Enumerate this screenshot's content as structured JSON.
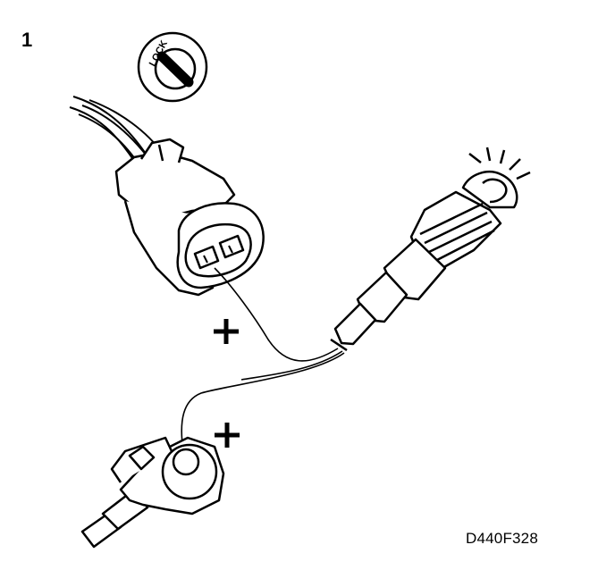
{
  "figure": {
    "step_number": "1",
    "lock_label": "LOCK",
    "figure_code": "D440F328",
    "plus_sign": "+"
  },
  "colors": {
    "line": "#000000",
    "background": "#ffffff",
    "shade": "#cfcfcf"
  },
  "icons": {
    "lock": "lock-symbol-icon",
    "connector": "wiring-connector",
    "test_lamp": "test-lamp-probe",
    "ground": "ground-clip"
  }
}
